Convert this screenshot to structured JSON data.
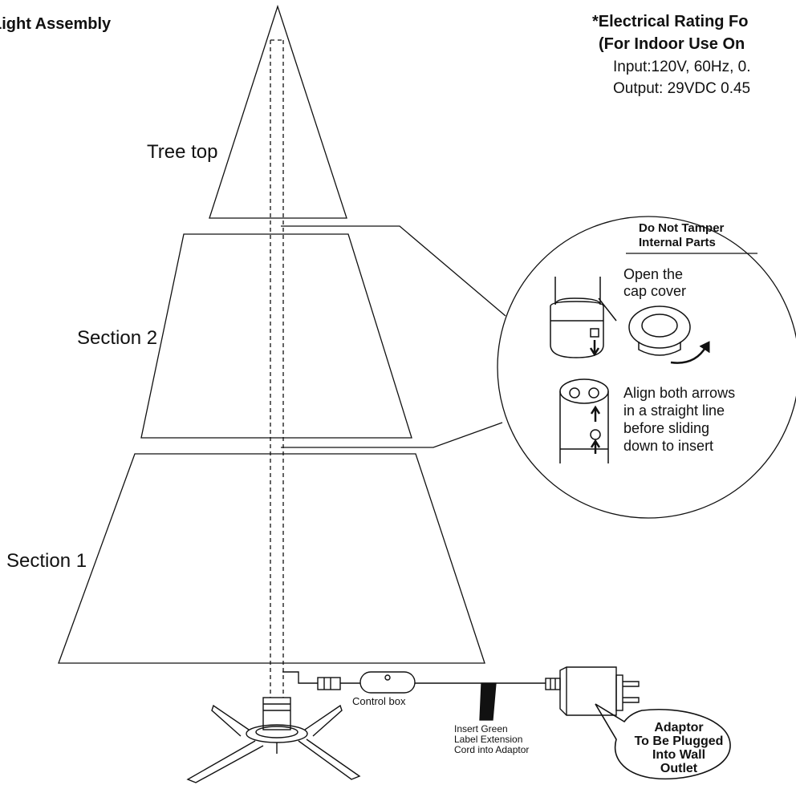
{
  "title": "Light Assembly",
  "rating": {
    "heading": "*Electrical Rating Fo",
    "subheading": "(For Indoor Use On",
    "input": "Input:120V, 60Hz, 0.",
    "output": "Output: 29VDC 0.45"
  },
  "sections": {
    "top": "Tree top",
    "section2": "Section 2",
    "section1": "Section 1"
  },
  "detail": {
    "warning_line1": "Do Not Tamper",
    "warning_line2": "Internal Parts",
    "open_cap_line1": "Open the",
    "open_cap_line2": "cap cover",
    "align_line1": "Align both arrows",
    "align_line2": "in a straight line",
    "align_line3": "before sliding",
    "align_line4": "down to insert"
  },
  "control_box": "Control box",
  "extension": {
    "line1": "Insert Green",
    "line2": "Label Extension",
    "line3": "Cord into Adaptor"
  },
  "adaptor_callout": {
    "line1": "Adaptor",
    "line2": "To Be Plugged",
    "line3": "Into Wall",
    "line4": "Outlet"
  }
}
